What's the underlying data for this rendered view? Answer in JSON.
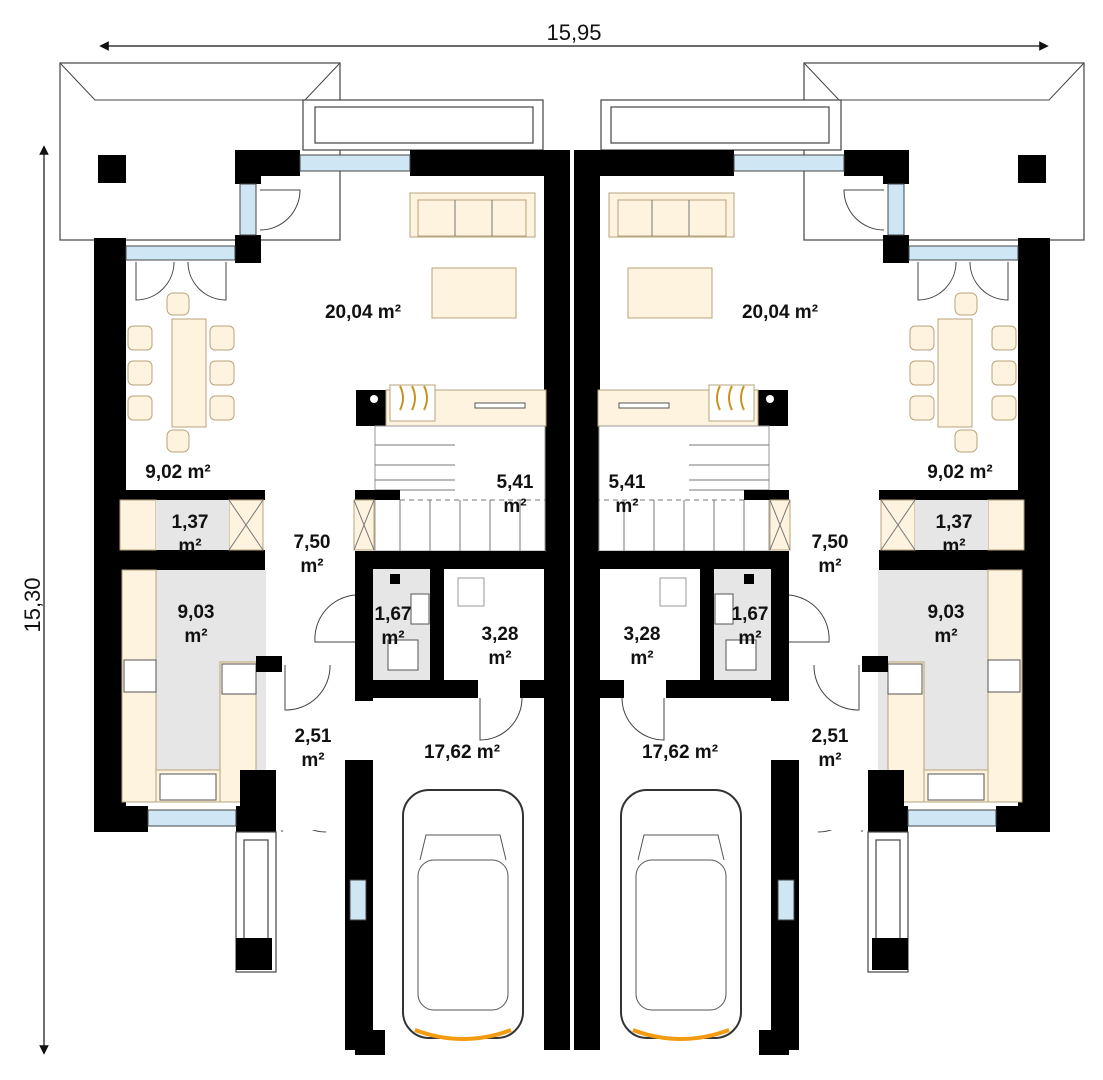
{
  "dimensions": {
    "width_label": "15,95",
    "height_label": "15,30"
  },
  "left_unit": {
    "living": "20,04 m²",
    "dining": "9,02 m²",
    "pantry_a": "1,37",
    "pantry_b": "m²",
    "hall_a": "7,50",
    "hall_b": "m²",
    "stairs_a": "5,41",
    "stairs_b": "m²",
    "kitchen_a": "9,03",
    "kitchen_b": "m²",
    "wc_a": "1,67",
    "wc_b": "m²",
    "boiler_a": "3,28",
    "boiler_b": "m²",
    "entry_a": "2,51",
    "entry_b": "m²",
    "garage": "17,62 m²"
  },
  "right_unit": {
    "living": "20,04 m²",
    "dining": "9,02 m²",
    "pantry_a": "1,37",
    "pantry_b": "m²",
    "hall_a": "7,50",
    "hall_b": "m²",
    "stairs_a": "5,41",
    "stairs_b": "m²",
    "kitchen_a": "9,03",
    "kitchen_b": "m²",
    "wc_a": "1,67",
    "wc_b": "m²",
    "boiler_a": "3,28",
    "boiler_b": "m²",
    "entry_a": "2,51",
    "entry_b": "m²",
    "garage": "17,62 m²"
  },
  "colors": {
    "wall": "#000000",
    "furniture": "#fdf3df",
    "floor_gray": "#e6e6e6",
    "window": "#cfe6f4",
    "car_light": "#f39c12"
  }
}
